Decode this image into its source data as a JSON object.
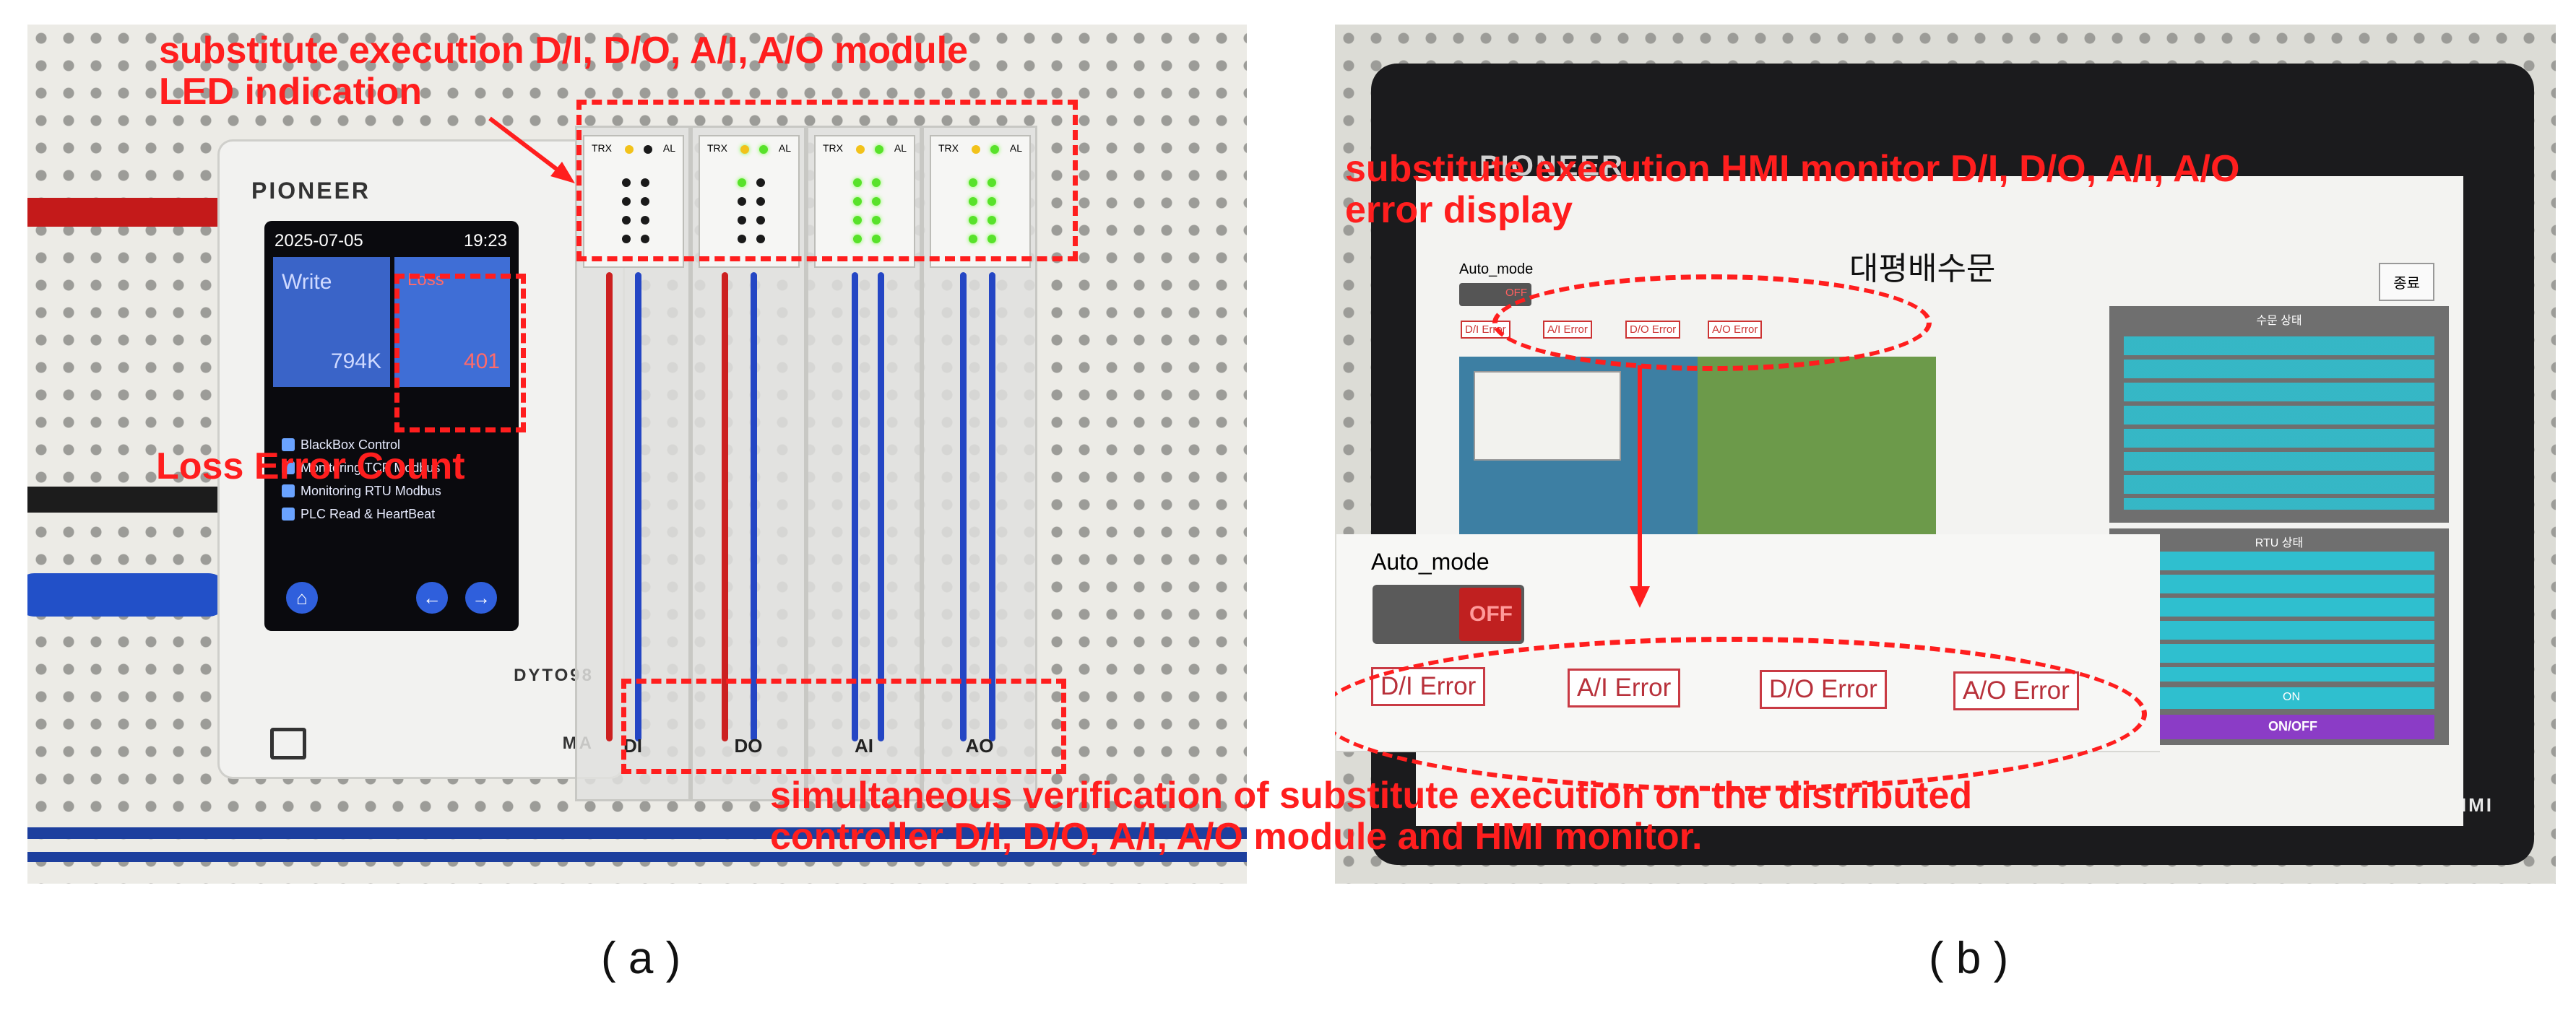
{
  "panel_a": {
    "device": {
      "brand": "PIONEER",
      "model": "DYTO98",
      "badge": "MA",
      "date": "2025-07-05",
      "time": "19:23",
      "write_label": "Write",
      "write_value": "794K",
      "loss_label": "Loss",
      "loss_value": "401",
      "checks": [
        "BlackBox Control",
        "Monitoring TCP Modbus",
        "Monitoring RTU Modbus",
        "PLC Read & HeartBeat"
      ]
    },
    "modules": [
      {
        "label": "DI",
        "leds_on": []
      },
      {
        "label": "DO",
        "leds_on": [
          1,
          2
        ]
      },
      {
        "label": "AI",
        "leds_on": [
          2,
          3,
          4,
          5,
          6,
          7,
          8,
          9
        ]
      },
      {
        "label": "AO",
        "leds_on": [
          2,
          3,
          4,
          5,
          6,
          7,
          8,
          9
        ]
      }
    ],
    "led_header": "TRX",
    "led_alarm": "AL",
    "annotations": {
      "module_led": "substitute execution D/I, D/O, A/I, A/O module\nLED indication",
      "loss_count": "Loss Error Count"
    }
  },
  "panel_b": {
    "brand": "PIONEER",
    "model": "DYTO98-HMI",
    "screen_title": "대평배수문",
    "exit_button": "종료",
    "auto_mode_label": "Auto_mode",
    "toggle_label": "OFF",
    "errors": [
      "D/I Error",
      "A/I Error",
      "D/O Error",
      "A/O Error"
    ],
    "gate_status_title": "수문 상태",
    "rtu_status_title": "RTU 상태",
    "onoff_label": "ON/OFF",
    "on_label": "ON",
    "annotation": "substitute execution HMI monitor D/I, D/O, A/I, A/O\nerror display"
  },
  "bottom_annotation": "simultaneous verification of substitute execution on the distributed\ncontroller D/I, D/O, A/I, A/O module and HMI monitor.",
  "captions": [
    "( a )",
    "( b )"
  ],
  "colors": {
    "annotation_red": "#ff1e1e",
    "led_green": "#58e22a",
    "screen_blue": "#3a64c8"
  }
}
